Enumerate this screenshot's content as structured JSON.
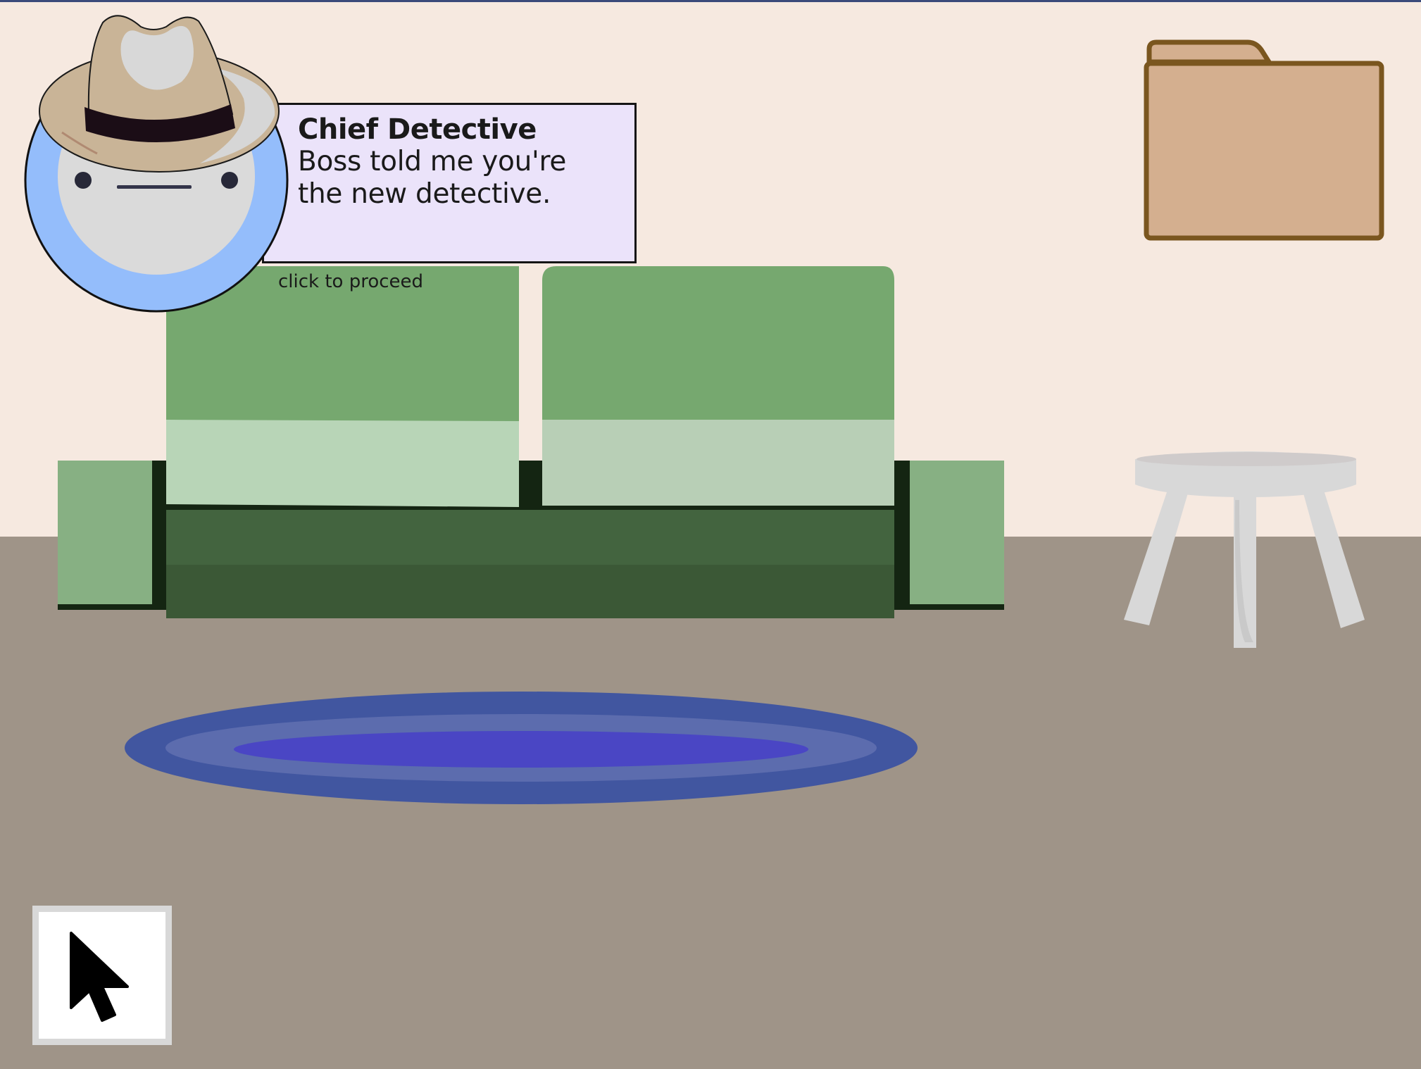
{
  "dialog": {
    "speaker": "Chief Detective",
    "message": "Boss told me you're the new detective.",
    "hint": "click to proceed"
  },
  "scene": {
    "room": "living-room",
    "objects": [
      "portrait-chief-detective",
      "case-folder",
      "couch",
      "stool",
      "rug",
      "cursor-tool"
    ],
    "colors": {
      "wall": "#f6e9e0",
      "floor": "#9f9488",
      "dialog_bg": "#ebe3fa",
      "couch_back": "#76a86f",
      "couch_cushion": "#b8d5b7",
      "couch_base": "#43643f",
      "couch_arm": "#87b083",
      "folder": "#d4af8f",
      "folder_outline": "#7a561f",
      "rug_outer": "#4156a0",
      "rug_mid": "#5c6cae",
      "rug_inner": "#4a46c4",
      "portrait_ring": "#94bdfb",
      "hat": "#c9b497"
    }
  },
  "toolbar": {
    "active_tool_icon": "arrow-pointer-icon"
  }
}
